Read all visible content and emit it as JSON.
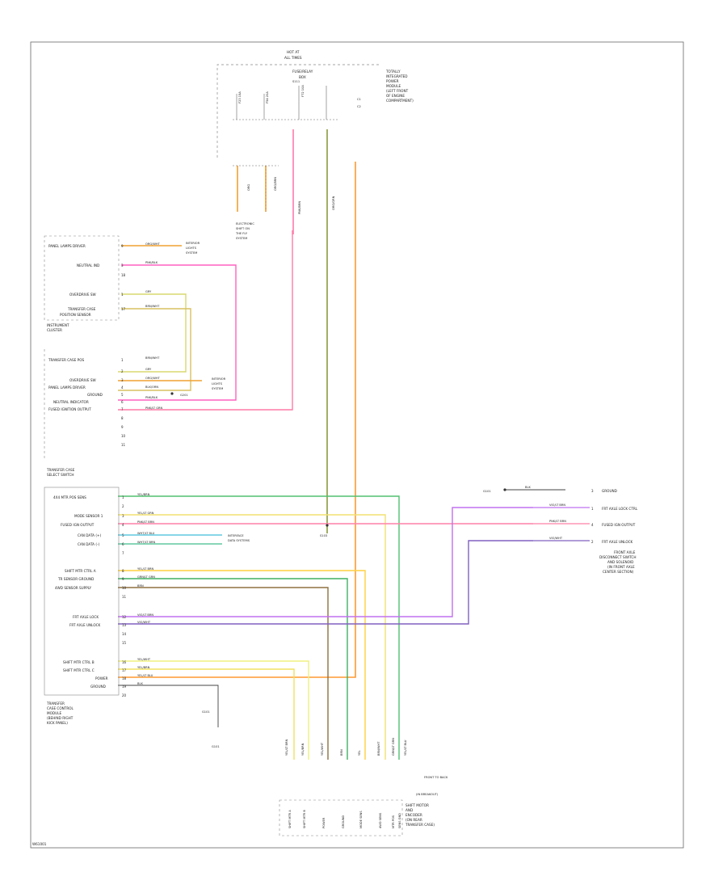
{
  "diagram": {
    "footer_code": "W61001",
    "top_module": {
      "lines": [
        "HOT AT",
        "ALL TIMES",
        "FUSE/RELAY",
        "BOX"
      ],
      "side": [
        "TOTALLY",
        "INTEGRATED",
        "POWER",
        "MODULE",
        "(LEFT FRONT",
        "OF ENGINE",
        "COMPARTMENT)"
      ],
      "left_fuse": "F23 15A",
      "mid_fuse": "F54 20A",
      "right_fuse": "F72 10A",
      "splice": "S111",
      "c1": "C1",
      "c2": "C2",
      "left_wire": "ORG",
      "mid_wire": "ORG/BRN",
      "right_wire": "ORG/GRN",
      "pink_wire": "PNK/BRN",
      "ground_note": [
        "ELECTRONIC",
        "SHIFT ON",
        "THE FLY",
        "SYSTEM"
      ]
    },
    "cluster": {
      "name": [
        "INSTRUMENT",
        "CLUSTER"
      ],
      "pins": [
        {
          "label": "PANEL LAMPS DRIVER",
          "num": "9",
          "wire": "ORG/WHT",
          "note": [
            "INTERIOR",
            "LIGHTS",
            "SYSTEM"
          ]
        },
        {
          "label": "NEUTRAL IND",
          "num": "3",
          "wire": "PNK/BLK"
        },
        {
          "label": "",
          "num": "18",
          "wire": ""
        },
        {
          "label": "OVERDRIVE SW",
          "num": "1",
          "wire": "GRY"
        },
        {
          "label": "TRANSFER CASE",
          "num": "17",
          "wire": "BRN/WHT"
        },
        {
          "label": "POSITION SENSOR",
          "num": "",
          "wire": ""
        }
      ]
    },
    "switch": {
      "name": [
        "TRANSFER CASE",
        "SELECT SWITCH"
      ],
      "pins": [
        {
          "label": "TRANSFER CASE POS",
          "num": "1",
          "wire": "BRN/WHT"
        },
        {
          "label": "",
          "num": "2",
          "wire": "GRY"
        },
        {
          "label": "OVERDRIVE SW",
          "num": "3",
          "wire": "ORG/WHT"
        },
        {
          "label": "PANEL LAMPS DRIVER",
          "num": "4",
          "wire": "BLK/ORN",
          "note": [
            "INTERIOR",
            "LIGHTS",
            "SYSTEM"
          ]
        },
        {
          "label": "GROUND",
          "num": "5",
          "wire": "PNK/BLK"
        },
        {
          "label": "NEUTRAL INDICATOR",
          "num": "6",
          "wire": "PNK/LT GRN"
        },
        {
          "label": "FUSED IGNITION OUTPUT",
          "num": "7",
          "wire": ""
        },
        {
          "label": "",
          "num": "8",
          "wire": ""
        },
        {
          "label": "",
          "num": "9",
          "wire": ""
        },
        {
          "label": "",
          "num": "10",
          "wire": ""
        },
        {
          "label": "",
          "num": "11",
          "wire": ""
        }
      ],
      "ground": "G201"
    },
    "tccm": {
      "name": [
        "TRANSFER",
        "CASE CONTROL",
        "MODULE",
        "(BEHIND RIGHT",
        "KICK PANEL)"
      ],
      "pins": [
        {
          "label": "4X4 MTR POS SENS",
          "num": "1",
          "wire": "YEL/BRN"
        },
        {
          "label": "",
          "num": "2",
          "wire": ""
        },
        {
          "label": "MODE SENSOR 1",
          "num": "3",
          "wire": "YEL/LT GRN"
        },
        {
          "label": "FUSED IGN OUTPUT",
          "num": "4",
          "wire": "PNK/LT BRN"
        },
        {
          "label": "CAN DATA (+)",
          "num": "5",
          "wire": "WHT/LT BLU"
        },
        {
          "label": "CAN DATA (-)",
          "num": "6",
          "wire": "WHT/LT BRN"
        },
        {
          "label": "",
          "num": "7",
          "wire": ""
        },
        {
          "label": "SHIFT MTR CTRL A",
          "num": "8",
          "wire": "YEL/LT BRN"
        },
        {
          "label": "TR SENSOR GROUND",
          "num": "9",
          "wire": "GRN/LT GRN"
        },
        {
          "label": "4WD SENSOR SUPPLY",
          "num": "10",
          "wire": "BRN"
        },
        {
          "label": "",
          "num": "11",
          "wire": ""
        },
        {
          "label": "FRT AXLE LOCK",
          "num": "12",
          "wire": "VIO/LT BRN"
        },
        {
          "label": "FRT AXLE UNLOCK",
          "num": "13",
          "wire": "VIO/WHT"
        },
        {
          "label": "",
          "num": "14",
          "wire": ""
        },
        {
          "label": "",
          "num": "15",
          "wire": ""
        },
        {
          "label": "SHIFT MTR CTRL B",
          "num": "16",
          "wire": "YEL/WHT"
        },
        {
          "label": "SHIFT MTR CTRL C",
          "num": "17",
          "wire": "YEL/BRN"
        },
        {
          "label": "POWER",
          "num": "18",
          "wire": "YEL/LT BLU"
        },
        {
          "label": "GROUND",
          "num": "19",
          "wire": "BLK"
        },
        {
          "label": "",
          "num": "20",
          "wire": ""
        }
      ],
      "can_note": [
        "INTERFACE",
        "DATA SYSTEMS"
      ],
      "ground": "G101"
    },
    "front_axle": {
      "name": [
        "FRONT AXLE",
        "DISCONNECT SWITCH",
        "AND SOLENOID",
        "(IN FRONT AXLE",
        "CENTER SECTION)"
      ],
      "pins": [
        {
          "label": "GROUND",
          "wire": "BLK",
          "num": "3"
        },
        {
          "label": "FRT AXLE LOCK CTRL",
          "wire": "VIO/LT BRN",
          "num": "1"
        },
        {
          "label": "FUSED IGN OUTPUT",
          "wire": "PNK/LT BRN",
          "num": "4"
        },
        {
          "label": "FRT AXLE UNLOCK",
          "wire": "VIO/WHT",
          "num": "2"
        }
      ],
      "ground": "G101"
    },
    "tc_motor": {
      "name": [
        "SHIFT MOTOR",
        "AND",
        "ENCODER",
        "(ON REAR",
        "TRANSFER CASE)"
      ],
      "labels": [
        "SHIFT MTR A",
        "SHIFT MTR B",
        "POWER",
        "GROUND",
        "MODE SENS",
        "4WD SENS",
        "MTR POS",
        "SENS GND"
      ],
      "note1": "FRONT TO BACK",
      "note2": "(IN BREAKOUT)",
      "splice": "S103",
      "wires": [
        "YEL/LT BRN",
        "YEL/BRN",
        "YEL/WHT",
        "BRN",
        "YEL",
        "BRN/WHT",
        "GRN/LT GRN",
        "YEL/LT BLU"
      ]
    }
  }
}
